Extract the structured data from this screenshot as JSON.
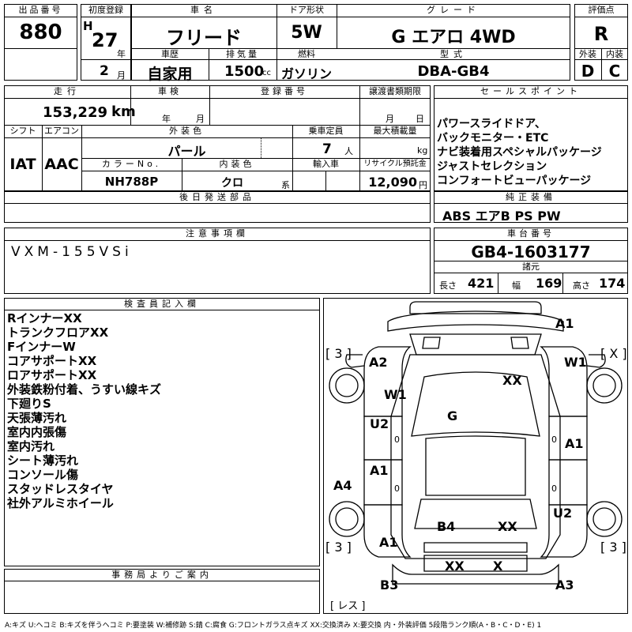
{
  "labels": {
    "lot": "出品番号",
    "first_reg": "初度登録",
    "model_name": "車名",
    "doors": "ドア形状",
    "grade": "グレード",
    "score": "評価点",
    "history": "車歴",
    "displacement": "排気量",
    "fuel": "燃料",
    "model_code": "型式",
    "exterior": "外装",
    "interior": "内装",
    "mileage": "走行",
    "inspection": "車検",
    "reg_number": "登録番号",
    "transfer_docs": "譲渡書類期限",
    "sales_points": "セールスポイント",
    "shift": "シフト",
    "aircon": "エアコン",
    "ext_color": "外装色",
    "capacity": "乗車定員",
    "max_load": "最大積載量",
    "color_no": "カラーNo.",
    "int_color": "内装色",
    "import": "輸入車",
    "recycle": "リサイクル預託金",
    "later_parts": "後日発送部品",
    "genuine_equip": "純正装備",
    "caution": "注意事項欄",
    "chassis": "車台番号",
    "dimensions": "諸元",
    "inspector": "検査員記入欄",
    "office": "事務局よりご案内"
  },
  "lot_number": "880",
  "era": "H",
  "year": "27",
  "year_unit": "年",
  "month": "2",
  "month_unit": "月",
  "car_name": "フリード",
  "doors": "5W",
  "grade": "G エアロ 4WD",
  "score": "R",
  "history": "自家用",
  "displacement": "1500",
  "displacement_unit": "cc",
  "fuel": "ガソリン",
  "model_code": "DBA-GB4",
  "exterior_grade": "D",
  "interior_grade": "C",
  "mileage": "153,229",
  "mileage_unit": "km",
  "inspection_year_unit": "年",
  "inspection_month_unit": "月",
  "transfer_month_unit": "月",
  "transfer_day_unit": "日",
  "shift": "IAT",
  "aircon": "AAC",
  "ext_color": "パール",
  "capacity": "7",
  "capacity_unit": "人",
  "load_unit": "kg",
  "color_no": "NH788P",
  "int_color": "クロ",
  "int_color_unit": "系",
  "recycle_fee": "12,090",
  "recycle_unit": "円",
  "sales_points": [
    "パワースライドドア、",
    "バックモニター・ETC",
    "ナビ装着用スペシャルパッケージ",
    "ジャストセレクション",
    "コンフォートビューパッケージ"
  ],
  "genuine_equipment": "ABS エアB PS PW",
  "caution": "VXM-155VSi",
  "chassis_number": "GB4-1603177",
  "dims": {
    "length_label": "長さ",
    "length": "421",
    "width_label": "幅",
    "width": "169",
    "height_label": "高さ",
    "height": "174"
  },
  "inspector_notes": [
    "RインナーXX",
    "トランクフロアXX",
    "FインナーW",
    "コアサポートXX",
    "ロアサポートXX",
    "外装鉄粉付着、うすい線キズ",
    "下廻りS",
    "天張薄汚れ",
    "室内内張傷",
    "室内汚れ",
    "シート薄汚れ",
    "コンソール傷",
    "スタッドレスタイヤ",
    "社外アルミホイール"
  ],
  "diagram": {
    "tire_tl": "[ 3 ]",
    "tire_tr": "[ X ]",
    "tire_bl": "[ 3 ]",
    "tire_br": "[ 3 ]",
    "spare": "[ レス ]",
    "marks": {
      "a1_top": "A1",
      "a2": "A2",
      "w1_l": "W1",
      "w1_r": "W1",
      "xx_hood": "XX",
      "g_glass": "G",
      "u2_l": "U2",
      "zero_l1": "0",
      "zero_r1": "0",
      "a1_r": "A1",
      "a1_l": "A1",
      "zero_l2": "0",
      "zero_r2": "0",
      "a4": "A4",
      "u2_r": "U2",
      "b4": "B4",
      "xx_rear": "XX",
      "a1_bl": "A1",
      "xx_bot": "XX",
      "x_bot": "X",
      "b3": "B3",
      "a3": "A3"
    }
  },
  "legend": "A:キズ U:ヘコミ B:キズを伴うヘコミ P:要塗装 W:補修跡 S:錆 C:腐食 G:フロントガラス点キズ XX:交換済み X:要交換 内・外装評価 5段階ランク順(A・B・C・D・E) 1"
}
